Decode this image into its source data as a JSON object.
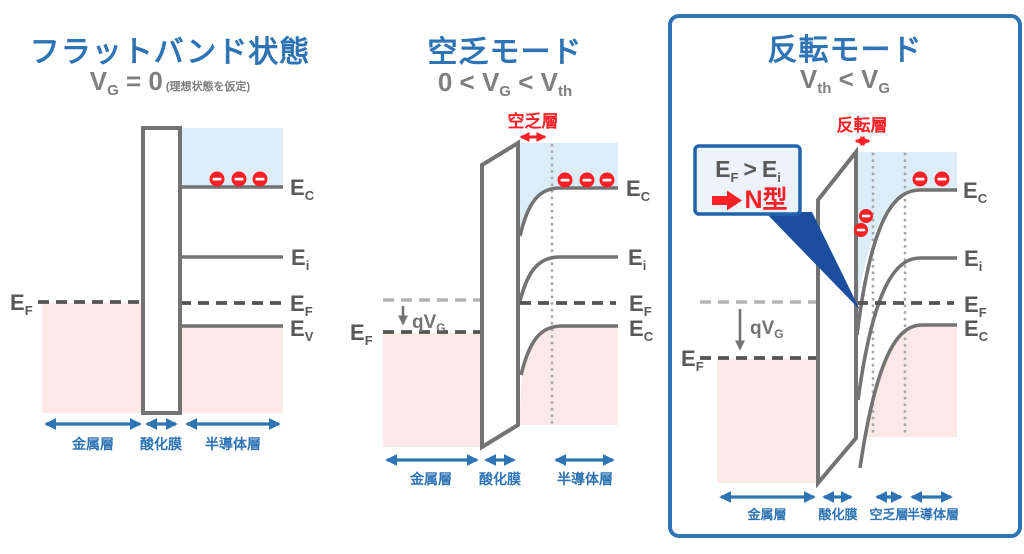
{
  "palette": {
    "title_blue": "#2e74b5",
    "subtitle_gray": "#7f7f7f",
    "band_line_gray": "#737373",
    "fermi_dash_dark": "#545454",
    "fermi_dash_light": "#b3b3b3",
    "electron_red": "#fa2025",
    "conduction_fill_blue": "#ddedf8",
    "valence_fill_pink": "#fce8e6",
    "arrow_blue": "#2e74b5",
    "callout_pointer_blue": "#1b4e9e",
    "callout_fill": "#edf3fb"
  },
  "flatband": {
    "title": "フラットバンド状態",
    "formula": {
      "v": "V",
      "v_sub": "G",
      "rest": " = 0"
    },
    "note": "(理想状態を仮定)"
  },
  "depletion": {
    "title": "空乏モード",
    "formula": {
      "p1": "0 < V",
      "s1": "G",
      "p2": " < V",
      "s2": "th"
    },
    "depletion_layer_label": "空乏層"
  },
  "inversion": {
    "title": "反転モード",
    "formula": {
      "p1": "V",
      "s1": "th",
      "p2": " < V",
      "s2": "G"
    },
    "inversion_layer_label": "反転層",
    "callout": {
      "e1": "E",
      "e1_sub": "F",
      "gt": ">",
      "e2": "E",
      "e2_sub": "i",
      "arrow_icon": "right-arrow-icon",
      "type": "N型"
    }
  },
  "energy": {
    "e": "E",
    "c": "C",
    "i": "i",
    "f": "F",
    "v": "V"
  },
  "qvg": {
    "base": "qV",
    "sub": "G"
  },
  "layers": {
    "metal": "金属層",
    "oxide": "酸化膜",
    "semiconductor": "半導体層",
    "depletion": "空乏層"
  }
}
